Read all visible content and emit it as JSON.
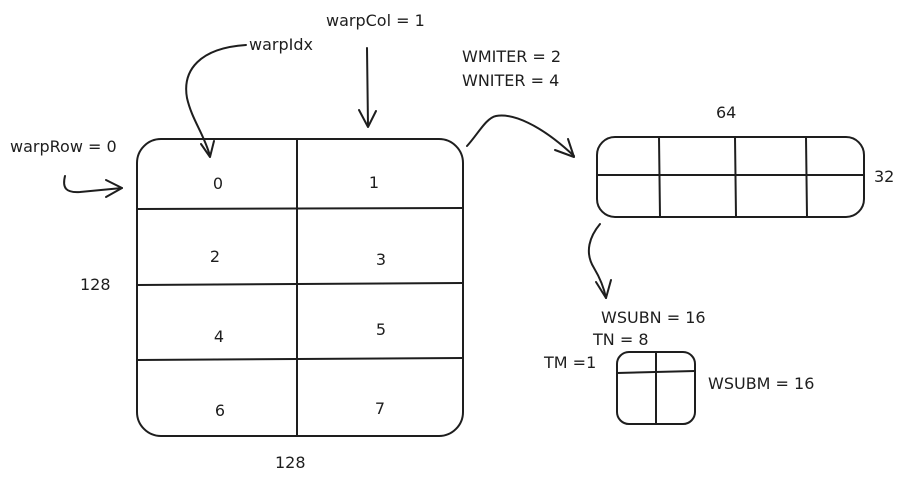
{
  "labels": {
    "warp_col": "warpCol = 1",
    "warp_idx": "warpIdx",
    "warp_row": "warpRow = 0",
    "wmiter": "WMITER = 2",
    "wniter": "WNITER = 4",
    "main_height": "128",
    "main_width": "128",
    "sub_width": "64",
    "sub_height": "32",
    "wsubn": "WSUBN = 16",
    "tn": "TN = 8",
    "tm": "TM =1",
    "wsubm": "WSUBM = 16"
  },
  "warp_cells": [
    "0",
    "1",
    "2",
    "3",
    "4",
    "5",
    "6",
    "7"
  ]
}
